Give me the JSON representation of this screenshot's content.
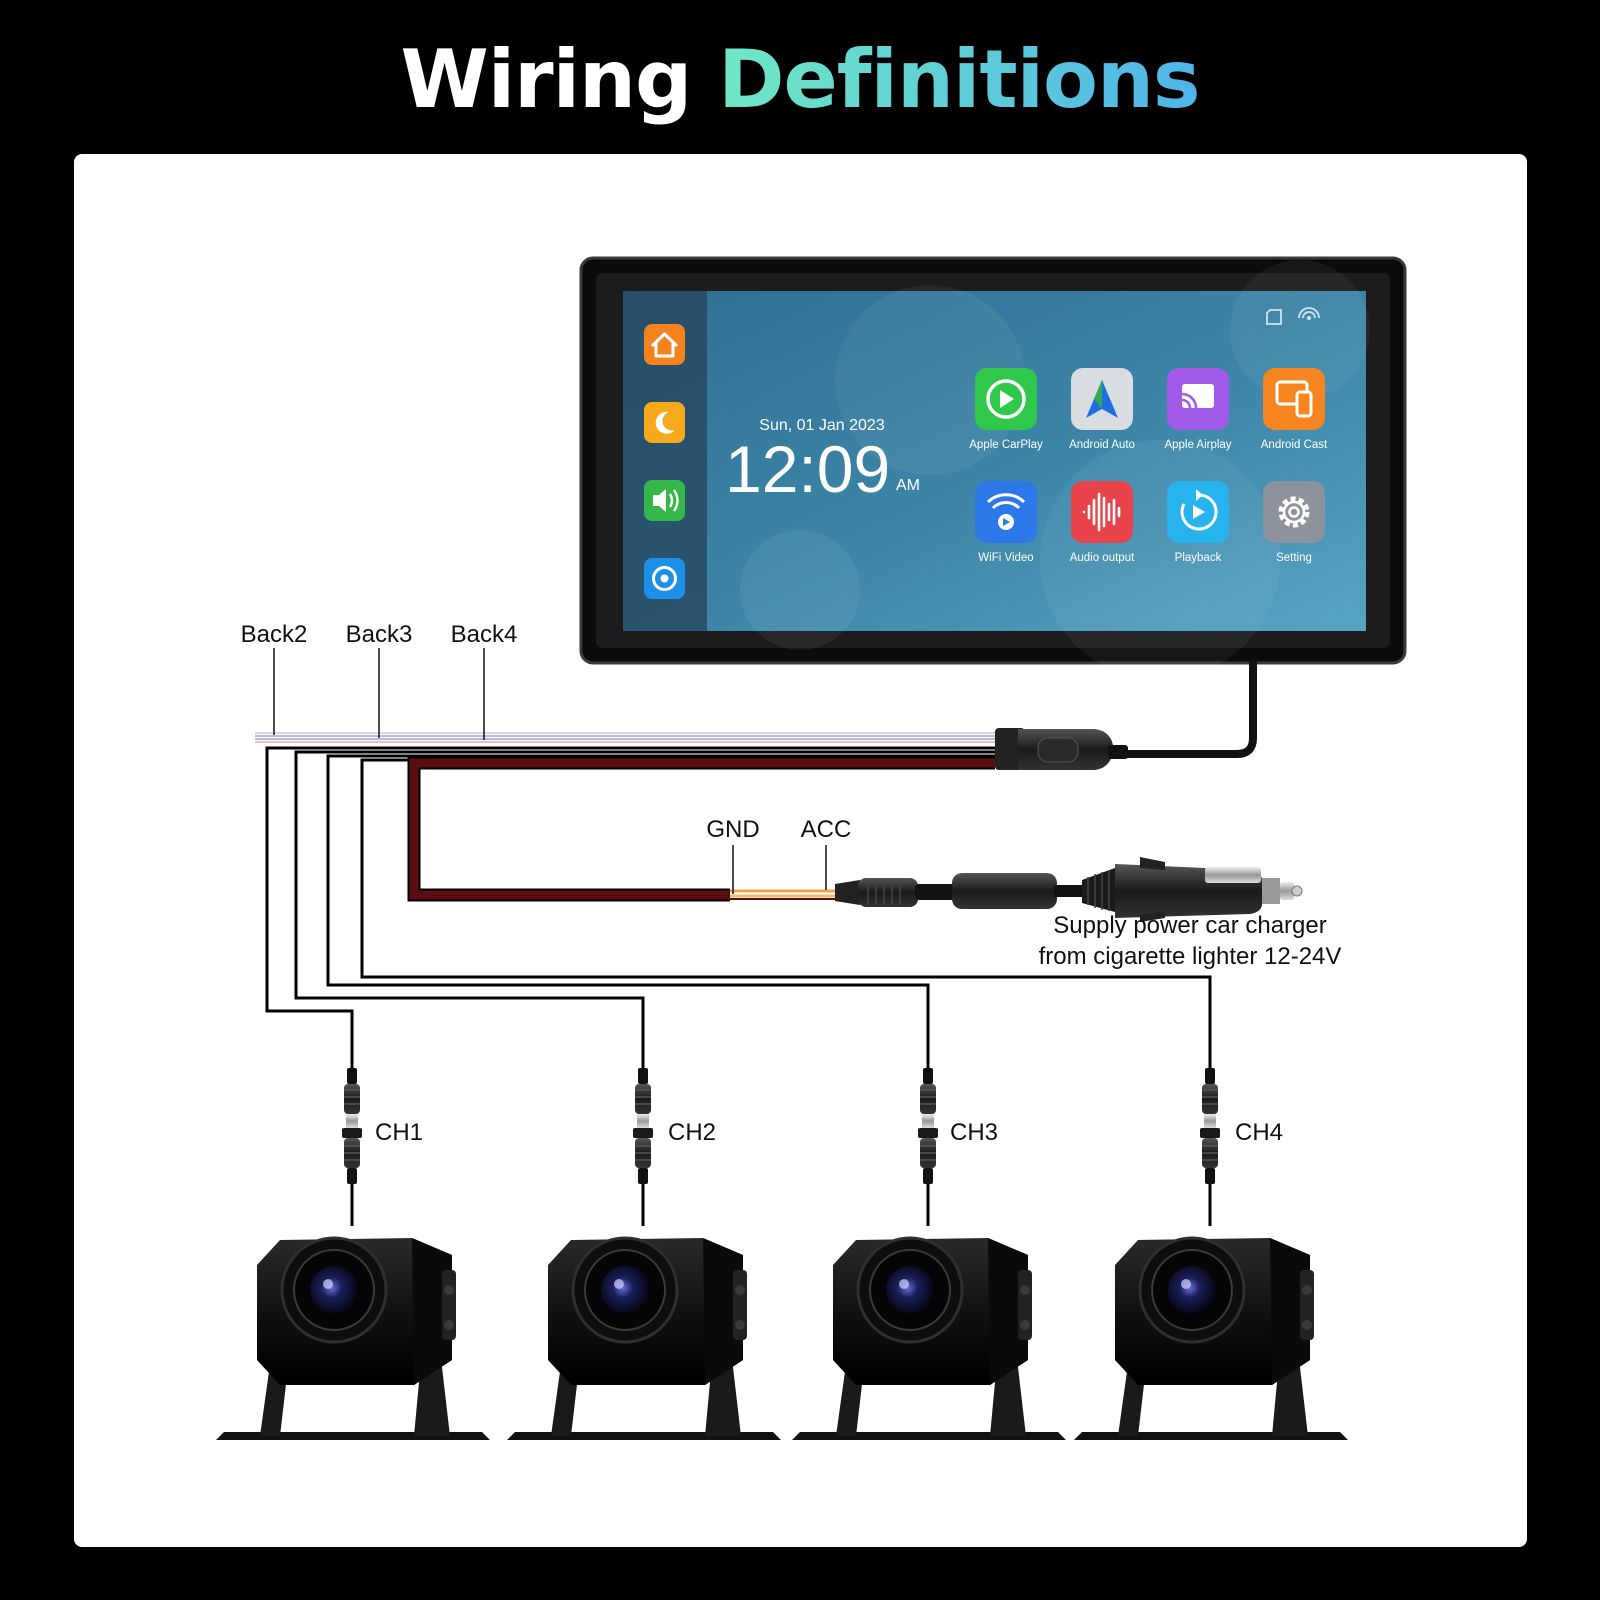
{
  "title": {
    "main": "Wiring",
    "accent": "Definitions"
  },
  "colors": {
    "title_accent_start": "#6fe8c4",
    "title_accent_end": "#4fb4ea",
    "power_wire": "#5a0e12",
    "panel": "#ffffff"
  },
  "monitor": {
    "date": "Sun, 01 Jan 2023",
    "time": "12:09",
    "ampm": "AM",
    "status_icons": [
      "sd-card-icon",
      "wifi-signal-icon"
    ],
    "sidebar_icons": [
      "home-icon",
      "night-mode-icon",
      "volume-icon",
      "camera-shutter-icon"
    ],
    "apps": [
      {
        "label": "Apple CarPlay",
        "icon": "carplay-icon",
        "color": "#2fc84a"
      },
      {
        "label": "Android Auto",
        "icon": "android-auto-icon",
        "color": "#d9dde2"
      },
      {
        "label": "Apple Airplay",
        "icon": "airplay-icon",
        "color": "#a25ae8"
      },
      {
        "label": "Android Cast",
        "icon": "cast-icon",
        "color": "#f7851f"
      },
      {
        "label": "WiFi Video",
        "icon": "wifi-video-icon",
        "color": "#2d78e8"
      },
      {
        "label": "Audio output",
        "icon": "audio-wave-icon",
        "color": "#e8434a"
      },
      {
        "label": "Playback",
        "icon": "playback-icon",
        "color": "#27b4ee"
      },
      {
        "label": "Setting",
        "icon": "gear-icon",
        "color": "#8c939c"
      }
    ]
  },
  "wires": {
    "back": [
      "Back2",
      "Back3",
      "Back4"
    ],
    "gnd": "GND",
    "acc": "ACC"
  },
  "charger": {
    "line1": "Supply power car charger",
    "line2": "from cigarette lighter 12-24V"
  },
  "cameras": [
    "CH1",
    "CH2",
    "CH3",
    "CH4"
  ]
}
